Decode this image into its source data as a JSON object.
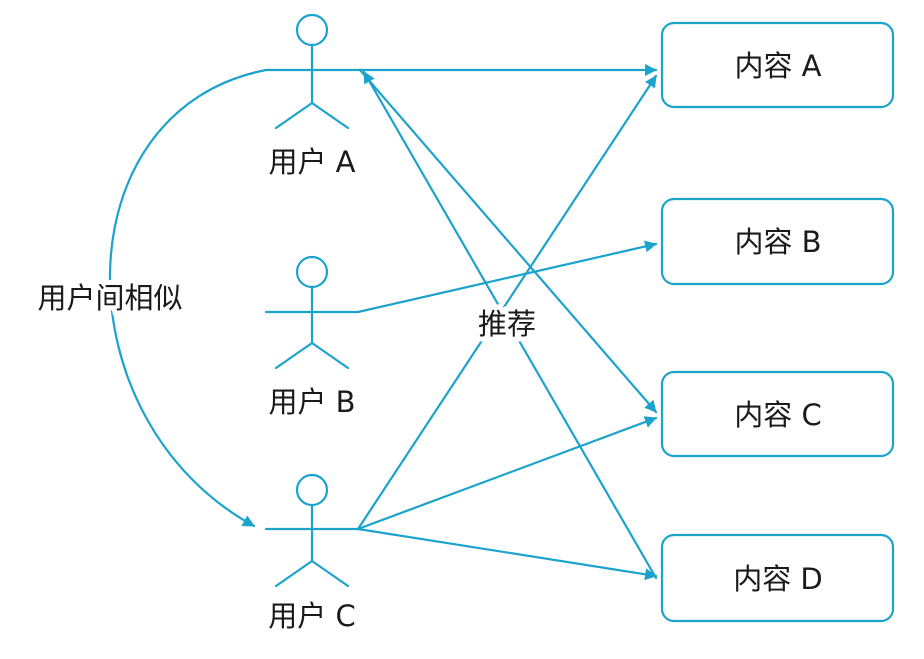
{
  "users": [
    {
      "id": "a",
      "label": "用户 A"
    },
    {
      "id": "b",
      "label": "用户 B"
    },
    {
      "id": "c",
      "label": "用户 C"
    }
  ],
  "contents": [
    {
      "id": "a",
      "label": "内容 A"
    },
    {
      "id": "b",
      "label": "内容 B"
    },
    {
      "id": "c",
      "label": "内容 C"
    },
    {
      "id": "d",
      "label": "内容 D"
    }
  ],
  "similarity_label": "用户间相似",
  "recommend_label": "推荐",
  "colors": {
    "line": "#1ba3cc",
    "text": "#1a1a1a"
  }
}
